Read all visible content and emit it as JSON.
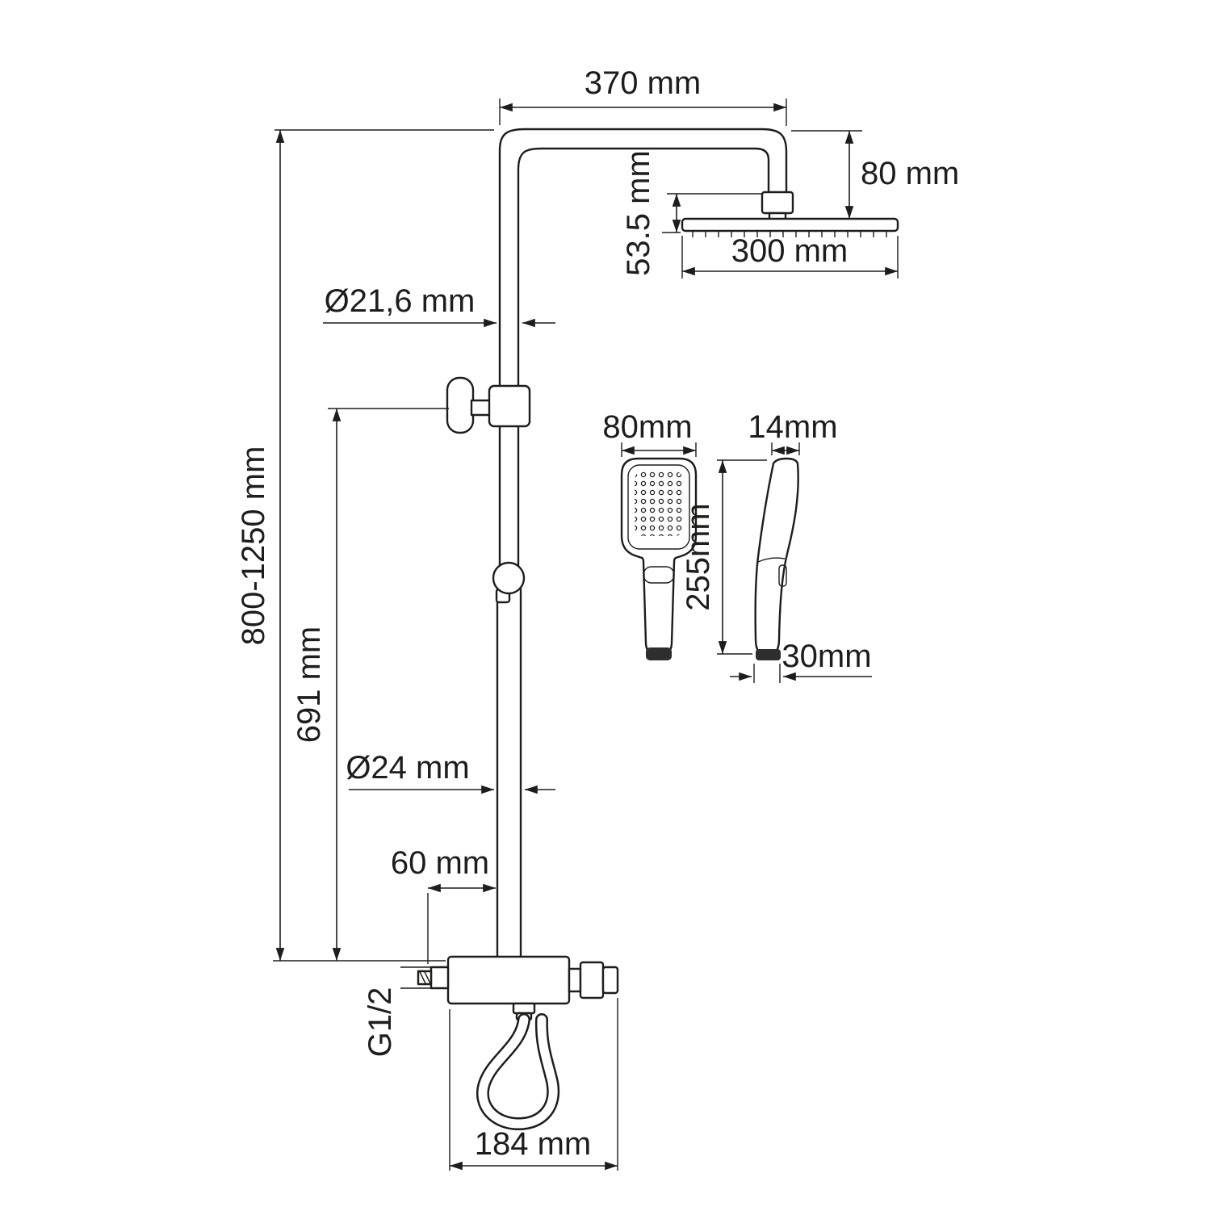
{
  "page": {
    "background": "#ffffff",
    "line_color": "#1d1d1b",
    "drawing_type": "shower-system-dimension-drawing"
  },
  "dims": {
    "arm_width": "370 mm",
    "arm_drop": "80 mm",
    "head_height": "53.5 mm",
    "head_width": "300 mm",
    "upper_pipe_diameter": "Ø21,6 mm",
    "total_height": "800-1250 mm",
    "bracket_height": "691 mm",
    "hand_shower_width": "80mm",
    "hand_shower_depth": "14mm",
    "hand_shower_length": "255mm",
    "hand_shower_base": "30mm",
    "lower_pipe_diameter": "Ø24 mm",
    "mixer_offset": "60 mm",
    "connection_thread": "G1/2",
    "mixer_width": "184 mm"
  }
}
